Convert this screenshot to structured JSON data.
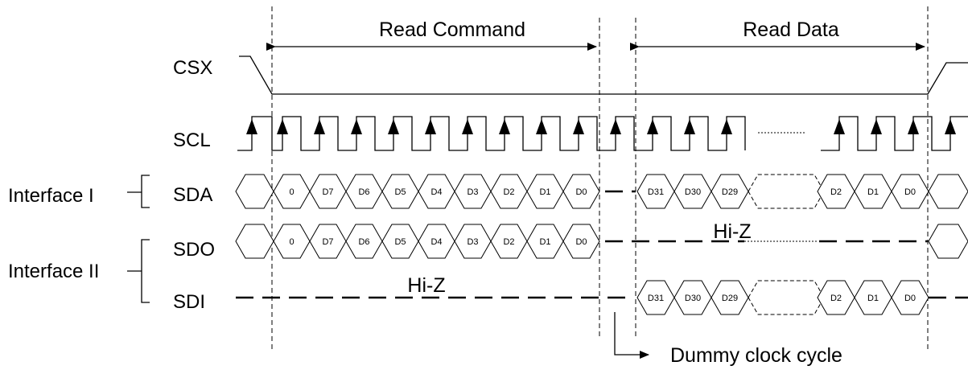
{
  "signals": {
    "csx": "CSX",
    "scl": "SCL",
    "sda": "SDA",
    "sdo": "SDO",
    "sdi": "SDI"
  },
  "interfaces": {
    "one": "Interface I",
    "two": "Interface II"
  },
  "phases": {
    "read_command": "Read Command",
    "read_data": "Read Data"
  },
  "hi_z": "Hi-Z",
  "dummy_clock": "Dummy clock cycle",
  "command_bits": [
    "0",
    "D7",
    "D6",
    "D5",
    "D4",
    "D3",
    "D2",
    "D1",
    "D0"
  ],
  "data_bits_start": [
    "D31",
    "D30",
    "D29"
  ],
  "data_bits_end": [
    "D2",
    "D1",
    "D0"
  ]
}
